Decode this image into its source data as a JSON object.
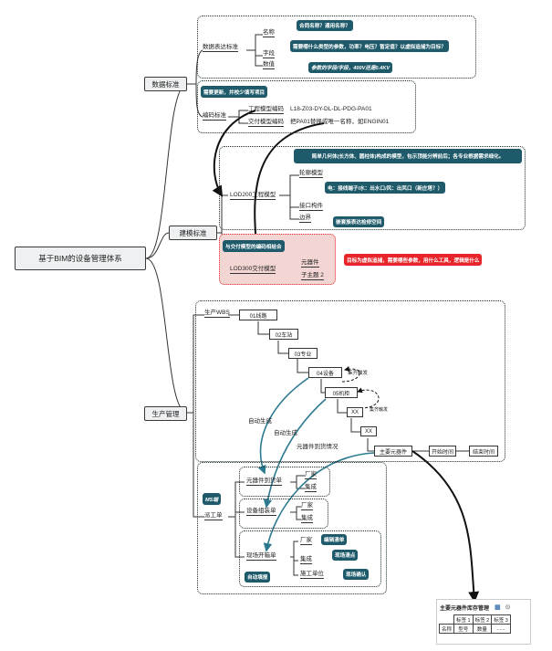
{
  "root": "基于BIM的设备管理体系",
  "data_std": {
    "title": "数据标准",
    "expr": "数据表达标准",
    "name": "名称",
    "field": "字段",
    "value": "数值",
    "tag_name": "合同名称？通用名称？",
    "tag_field": "需要哪什么类型的参数，功率？电压？暂定值？以虚拟追捕为目标？",
    "tag_value": "参数的字段/字段，400V还是0.4KV",
    "tag_update": "需要更新，并校少填写项目",
    "code": "编码标准",
    "eng_code": "工程模型编码",
    "eng_code_val": "L18-Z03-DY-DL-DL-PDG-PA01",
    "deliv_code": "交付模型编码",
    "deliv_code_val": "把PA01替换成唯一名称，如ENGIN01"
  },
  "model_std": {
    "title": "建模标准",
    "lod200": "LOD200工程模型",
    "tag_lod200": "简单几何体(长方体、圆柱体)构成的模型，包示顶能分辨前后；各专业根据需求细化。",
    "outline": "轮廓模型",
    "port": "接口构件",
    "boundary": "边界",
    "tag_port": "电：接线端子/水：出水口/风：出风口（新庄塔？）",
    "tag_boundary": "嵌套族表达检修空间",
    "lod300": "LOD300交付模型",
    "tag_lod300": "与交付模型的编码相结合",
    "element": "元器件",
    "subtopic": "子主题 2",
    "tag_red": "目标为虚拟追捕，需要哪些参数，用什么工具，逻辑是什么"
  },
  "prod": {
    "title": "生产管理",
    "wbs": "生产WBS",
    "l1": "01线路",
    "l2": "02车站",
    "l3": "03专业",
    "l4": "04设备",
    "l5": "05机柜",
    "xx1": "XX",
    "xx2": "XX",
    "main_elem": "主要元器件",
    "start": "开始时间",
    "end": "结束时间",
    "trigger1": "集齐触发",
    "trigger2": "集齐触发",
    "auto1": "自动生成",
    "auto2": "自动生成",
    "arrival": "元器件到货情况",
    "dispatch": "派工单",
    "ms": "MS端",
    "order1": "元器件到货单",
    "order2": "设备组装单",
    "order3": "现场开箱单",
    "mfr1": "厂家",
    "int1": "集成",
    "mfr2": "厂家",
    "int2": "集成",
    "mfr3": "厂家",
    "int3": "集成",
    "site": "施工单位",
    "tag_bill": "编辑清单",
    "tag_check": "现场清点",
    "tag_confirm": "现场确认",
    "tag_auto": "自动填报"
  },
  "panel": {
    "title": "主要元器件库存管理",
    "headers": [
      "标签 1",
      "标签 2",
      "标签 3"
    ],
    "row": [
      "名称",
      "型号",
      "数量",
      "......"
    ]
  },
  "colors": {
    "teal": "#1e5a6a",
    "red": "#e8252a",
    "pink": "#f3d6d3",
    "arrow": "#2d7a90"
  }
}
